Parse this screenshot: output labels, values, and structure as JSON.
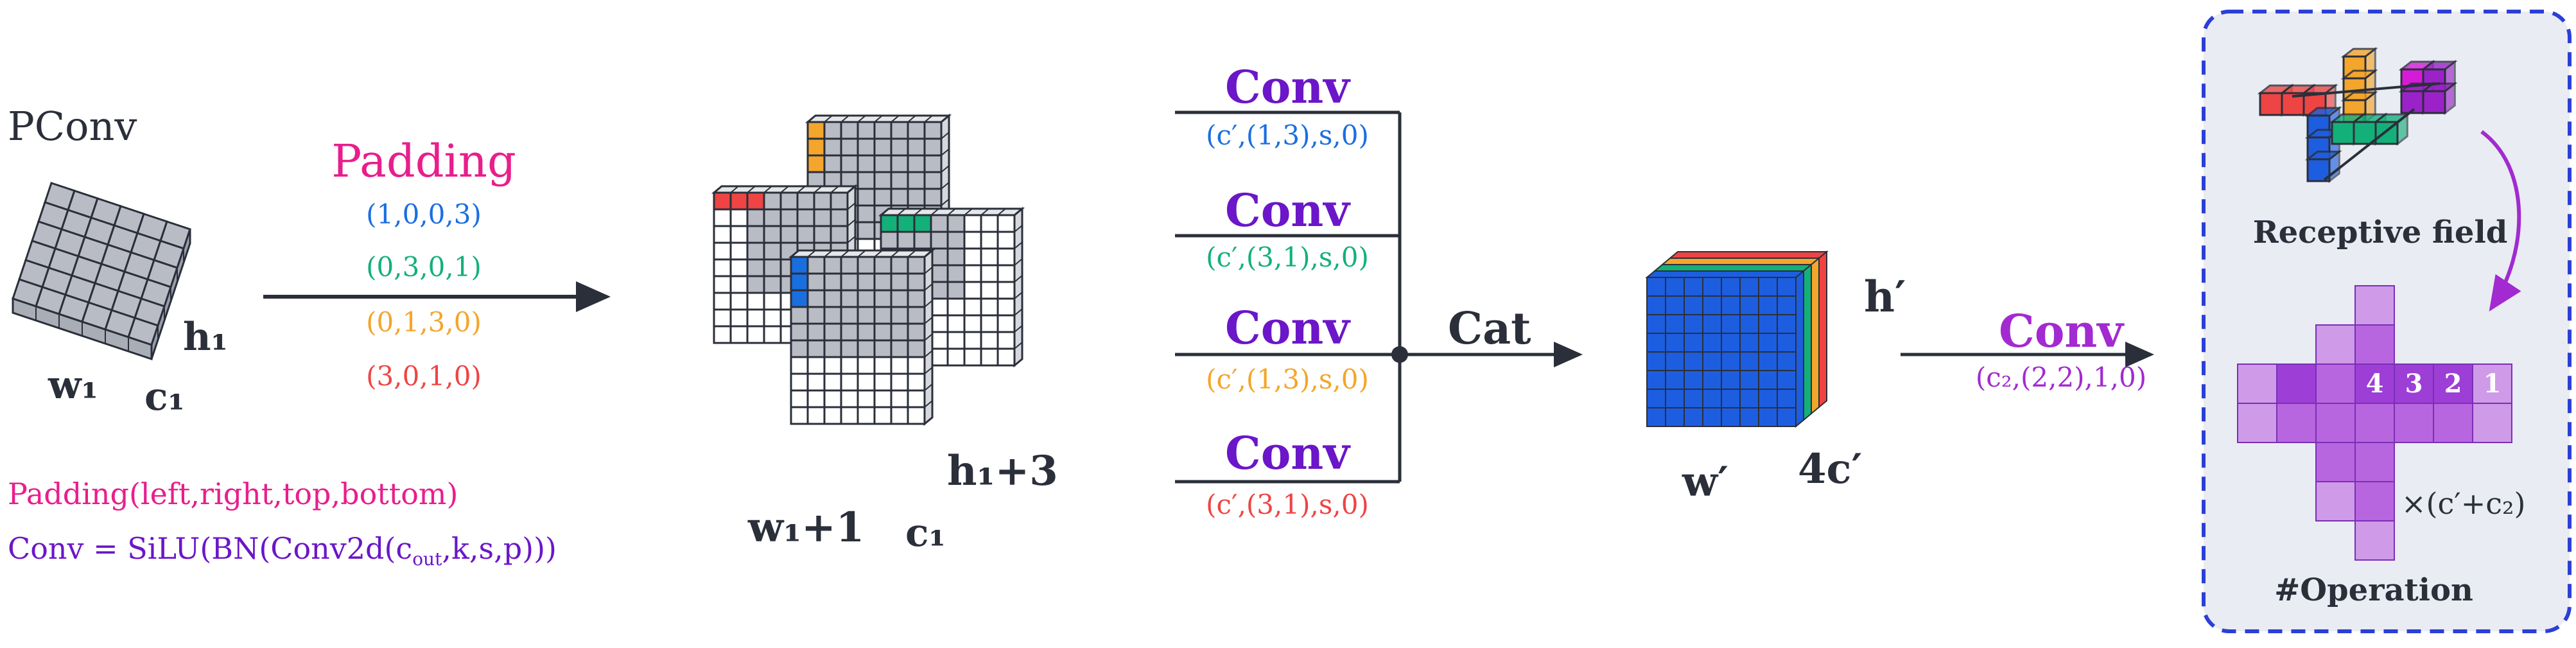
{
  "colors": {
    "pink": "#e81e8c",
    "purple": "#6b16c8",
    "violet": "#a22ad0",
    "blue": "#1a6fe0",
    "green": "#14b07a",
    "orange": "#f4a52b",
    "red": "#ef4444",
    "dark": "#2a2f3a",
    "grid_grey": "#b9bcc4",
    "cube_blue": "#1d5ee0",
    "panel_bg": "#e9ecf3",
    "panel_border": "#2b3fd6",
    "op_purple": "#9d3ed6",
    "op_light": "#cf9ae8"
  },
  "title": "PConv",
  "input": {
    "w": "w₁",
    "h": "h₁",
    "c": "c₁"
  },
  "padding": {
    "title": "Padding",
    "items": [
      "(1,0,0,3)",
      "(0,3,0,1)",
      "(0,1,3,0)",
      "(3,0,1,0)"
    ]
  },
  "padded": {
    "w": "w₁+1",
    "h": "h₁+3",
    "c": "c₁"
  },
  "branches": [
    {
      "label": "Conv",
      "params": "(c′,(1,3),s,0)"
    },
    {
      "label": "Conv",
      "params": "(c′,(3,1),s,0)"
    },
    {
      "label": "Conv",
      "params": "(c′,(1,3),s,0)"
    },
    {
      "label": "Conv",
      "params": "(c′,(3,1),s,0)"
    }
  ],
  "cat_label": "Cat",
  "output": {
    "w": "w′",
    "h": "h′",
    "c": "4c′"
  },
  "final_conv": {
    "label": "Conv",
    "params": "(c₂,(2,2),1,0)"
  },
  "legend": {
    "padding": "Padding(left,right,top,bottom)",
    "conv_prefix": "Conv = SiLU(BN(Conv2d(c",
    "conv_sub": "out",
    "conv_suffix": ",k,s,p)))"
  },
  "panel": {
    "receptive_field": "Receptive field",
    "operation": "#Operation",
    "multiplier": "×(c′+c₂)",
    "counts": [
      "4",
      "3",
      "2",
      "1"
    ]
  }
}
